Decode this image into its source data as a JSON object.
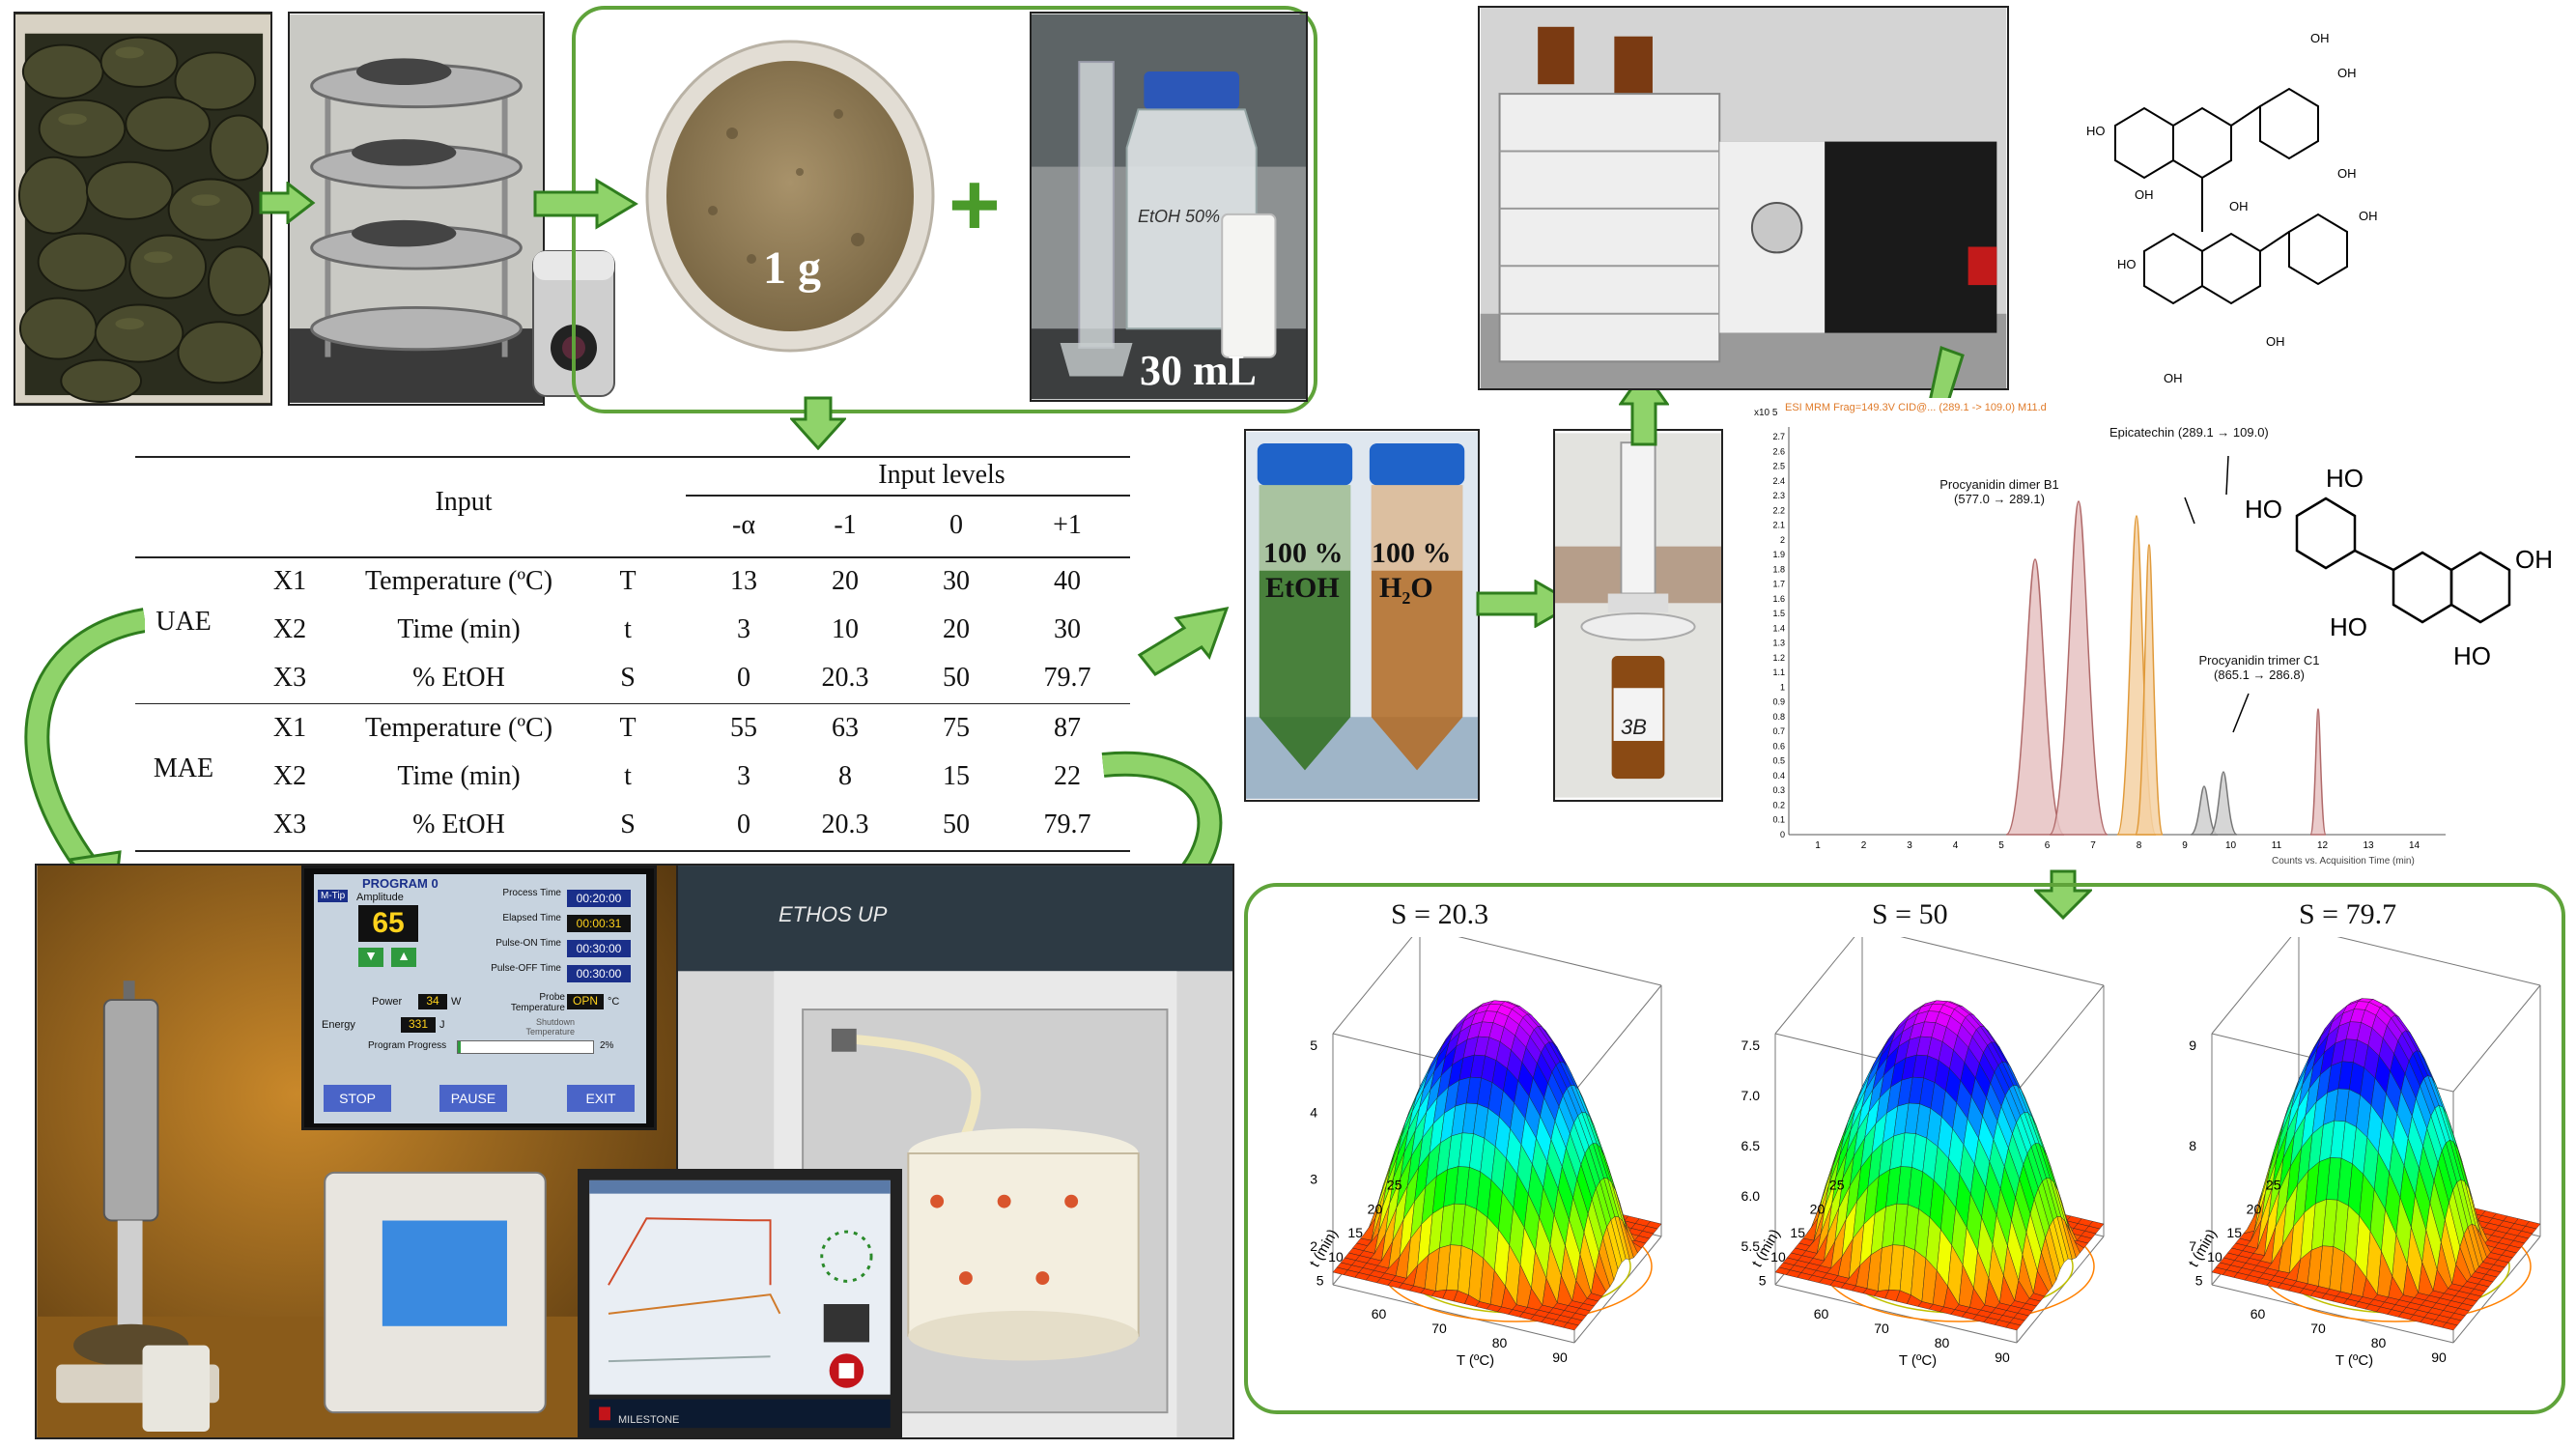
{
  "colors": {
    "accent_green": "#5fa33a",
    "arrow_fill": "#8fd36a",
    "arrow_stroke": "#2f7d1e"
  },
  "photos": {
    "avocados": "avocado-fruits-photo",
    "dryer": "freeze-dryer-photo",
    "powder_label": "1 g",
    "solvent_label": "30 mL",
    "bottle_label": "EtOH 50%",
    "plus": "+"
  },
  "extracts": {
    "etoh_line1": "100 %",
    "etoh_line2": "EtOH",
    "h2o_line1": "100 %",
    "h2o_line2": "H",
    "h2o_sub": "2",
    "h2o_line3": "O",
    "vial_label": "3B"
  },
  "table": {
    "input_header": "Input",
    "levels_header": "Input levels",
    "level_cols": [
      "-α",
      "-1",
      "0",
      "+1"
    ],
    "groups": [
      {
        "name": "UAE",
        "rows": [
          {
            "var": "X1",
            "factor": "Temperature (ºC)",
            "sym": "T",
            "vals": [
              "13",
              "20",
              "30",
              "40"
            ]
          },
          {
            "var": "X2",
            "factor": "Time (min)",
            "sym": "t",
            "vals": [
              "3",
              "10",
              "20",
              "30"
            ]
          },
          {
            "var": "X3",
            "factor": "% EtOH",
            "sym": "S",
            "vals": [
              "0",
              "20.3",
              "50",
              "79.7"
            ]
          }
        ]
      },
      {
        "name": "MAE",
        "rows": [
          {
            "var": "X1",
            "factor": "Temperature (ºC)",
            "sym": "T",
            "vals": [
              "55",
              "63",
              "75",
              "87"
            ]
          },
          {
            "var": "X2",
            "factor": "Time (min)",
            "sym": "t",
            "vals": [
              "3",
              "8",
              "15",
              "22"
            ]
          },
          {
            "var": "X3",
            "factor": "% EtOH",
            "sym": "S",
            "vals": [
              "0",
              "20.3",
              "50",
              "79.7"
            ]
          }
        ]
      }
    ]
  },
  "sonicator_panel": {
    "program": "PROGRAM",
    "program_num": "0",
    "mtip": "M-Tip",
    "amplitude_label": "Amplitude",
    "amplitude": "65",
    "process_time_label": "Process Time",
    "process_time": "00:20:00",
    "elapsed_label": "Elapsed Time",
    "elapsed": "00:00:31",
    "pulse_on_label": "Pulse-ON Time",
    "pulse_on": "00:30:00",
    "pulse_off_label": "Pulse-OFF Time",
    "pulse_off": "00:30:00",
    "power_label": "Power",
    "power": "34",
    "power_unit": "W",
    "probe_label": "Probe Temperature",
    "probe": "OPN",
    "probe_unit": "°C",
    "shutdown_label": "Shutdown Temperature",
    "energy_label": "Energy",
    "energy": "331",
    "energy_unit": "J",
    "progress_label": "Program Progress",
    "progress_pct": "2%",
    "progress_frac": 0.02,
    "stop": "STOP",
    "pause": "PAUSE",
    "exit": "EXIT"
  },
  "microwave": {
    "brand": "ETHOS UP",
    "screen_footer": "MILESTONE"
  },
  "chromatogram": {
    "header": "ESI MRM Frag=149.3V CID@... (289.1 -> 109.0) M11.d",
    "y_exp": "x10 5",
    "xlabel": "Counts vs. Acquisition Time (min)",
    "yticks": [
      "0",
      "0.1",
      "0.2",
      "0.3",
      "0.4",
      "0.5",
      "0.6",
      "0.7",
      "0.8",
      "0.9",
      "1",
      "1.1",
      "1.2",
      "1.3",
      "1.4",
      "1.5",
      "1.6",
      "1.7",
      "1.8",
      "1.9",
      "2",
      "2.1",
      "2.2",
      "2.3",
      "2.4",
      "2.5",
      "2.6",
      "2.7"
    ],
    "xticks": [
      "1",
      "2",
      "3",
      "4",
      "5",
      "6",
      "7",
      "8",
      "9",
      "10",
      "11",
      "12",
      "13",
      "14"
    ],
    "peak_b1": "Procyanidin dimer B1",
    "peak_b1_mrm": "(577.0 → 289.1)",
    "peak_epi": "Epicatechin (289.1 → 109.0)",
    "peak_c1": "Procyanidin trimer C1",
    "peak_c1_mrm": "(865.1 → 286.8)"
  },
  "structures": {
    "dimer": {
      "oh": [
        "OH",
        "OH",
        "HO",
        "OH",
        "OH",
        "OH",
        "HO",
        "OH",
        "OH",
        "OH"
      ]
    },
    "epicatechin": {
      "oh": [
        "HO",
        "HO",
        "OH",
        "HO",
        "HO"
      ]
    }
  },
  "surfaces": [
    {
      "title": "S = 20.3",
      "zticks": [
        "2",
        "3",
        "4",
        "5"
      ],
      "tticks": [
        "60",
        "70",
        "80",
        "90"
      ],
      "timeticks": [
        "5",
        "10",
        "15",
        "20",
        "25"
      ],
      "tlabel": "T (ºC)",
      "timelabel": "t (min)"
    },
    {
      "title": "S = 50",
      "zticks": [
        "5.5",
        "6.0",
        "6.5",
        "7.0",
        "7.5"
      ],
      "tticks": [
        "60",
        "70",
        "80",
        "90"
      ],
      "timeticks": [
        "5",
        "10",
        "15",
        "20",
        "25"
      ],
      "tlabel": "T (ºC)",
      "timelabel": "t (min)"
    },
    {
      "title": "S = 79.7",
      "zticks": [
        "7",
        "8",
        "9"
      ],
      "tticks": [
        "60",
        "70",
        "80",
        "90"
      ],
      "timeticks": [
        "5",
        "10",
        "15",
        "20",
        "25"
      ],
      "tlabel": "T (ºC)",
      "timelabel": "t (min)"
    }
  ]
}
